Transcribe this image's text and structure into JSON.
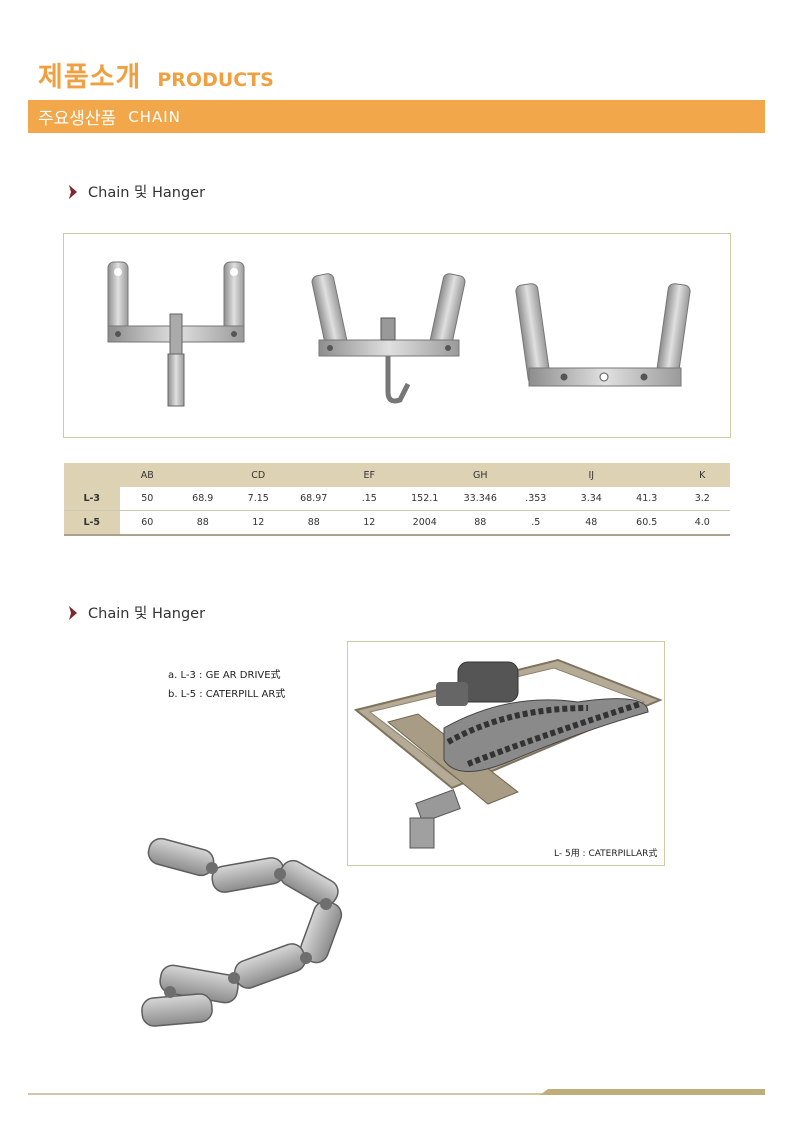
{
  "header": {
    "title_ko": "제품소개",
    "title_en": "PRODUCTS"
  },
  "banner": {
    "title_ko": "주요생산품",
    "title_en": "CHAIN"
  },
  "section1": {
    "heading": "Chain 및 Hanger"
  },
  "section2": {
    "heading": "Chain 및 Hanger"
  },
  "spec_table": {
    "headers": [
      "",
      "AB",
      "",
      "CD",
      "",
      "EF",
      "",
      "GH",
      "",
      "IJ",
      "",
      "K"
    ],
    "rows": [
      [
        "L-3",
        "50",
        "68.9",
        "7.15",
        "68.97",
        ".15",
        "152.1",
        "33.346",
        ".353",
        "3.34",
        "41.3",
        "3.2"
      ],
      [
        "L-5",
        "60",
        "88",
        "12",
        "88",
        "12",
        "2004",
        "88",
        ".5",
        "48",
        "60.5",
        "4.0"
      ]
    ]
  },
  "notes": {
    "line1": "a. L-3 : GE AR DRIVE式",
    "line2": "b. L-5 :  CATERPILL AR式"
  },
  "caption": "L- 5用 : CATERPILLAR式",
  "colors": {
    "accent": "#f2a84a",
    "table_header": "#ddd3b4",
    "frame": "#cfc9a8"
  }
}
